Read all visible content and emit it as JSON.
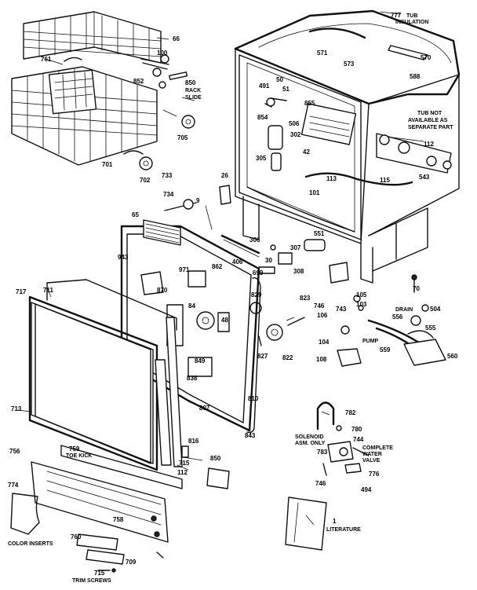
{
  "diagram": {
    "callouts": [
      {
        "text": "777"
      },
      {
        "text": "TUB"
      },
      {
        "text": "INSULATION"
      },
      {
        "text": "66"
      },
      {
        "text": "761"
      },
      {
        "text": "100"
      },
      {
        "text": "852"
      },
      {
        "text": "850"
      },
      {
        "text": "RACK"
      },
      {
        "text": "SLIDE"
      },
      {
        "text": "571"
      },
      {
        "text": "573"
      },
      {
        "text": "570"
      },
      {
        "text": "588"
      },
      {
        "text": "50"
      },
      {
        "text": "491"
      },
      {
        "text": "51"
      },
      {
        "text": "855"
      },
      {
        "text": "854"
      },
      {
        "text": "506"
      },
      {
        "text": "302"
      },
      {
        "text": "305"
      },
      {
        "text": "42"
      },
      {
        "text": "113"
      },
      {
        "text": "101"
      },
      {
        "text": "TUB NOT"
      },
      {
        "text": "AVAILABLE AS"
      },
      {
        "text": "SEPARATE PART"
      },
      {
        "text": "112"
      },
      {
        "text": "543"
      },
      {
        "text": "115"
      },
      {
        "text": "705"
      },
      {
        "text": "701"
      },
      {
        "text": "702"
      },
      {
        "text": "733"
      },
      {
        "text": "26"
      },
      {
        "text": "734"
      },
      {
        "text": "9"
      },
      {
        "text": "65"
      },
      {
        "text": "943"
      },
      {
        "text": "971"
      },
      {
        "text": "870"
      },
      {
        "text": "862"
      },
      {
        "text": "406"
      },
      {
        "text": "30"
      },
      {
        "text": "306"
      },
      {
        "text": "307"
      },
      {
        "text": "551"
      },
      {
        "text": "699"
      },
      {
        "text": "308"
      },
      {
        "text": "717"
      },
      {
        "text": "711"
      },
      {
        "text": "84"
      },
      {
        "text": "48"
      },
      {
        "text": "849"
      },
      {
        "text": "838"
      },
      {
        "text": "807"
      },
      {
        "text": "829"
      },
      {
        "text": "823"
      },
      {
        "text": "827"
      },
      {
        "text": "822"
      },
      {
        "text": "70"
      },
      {
        "text": "105"
      },
      {
        "text": "103"
      },
      {
        "text": "743"
      },
      {
        "text": "746"
      },
      {
        "text": "106"
      },
      {
        "text": "104"
      },
      {
        "text": "108"
      },
      {
        "text": "504"
      },
      {
        "text": "DRAIN"
      },
      {
        "text": "556"
      },
      {
        "text": "555"
      },
      {
        "text": "PUMP"
      },
      {
        "text": "559"
      },
      {
        "text": "560"
      },
      {
        "text": "713"
      },
      {
        "text": "759"
      },
      {
        "text": "TOE KICK"
      },
      {
        "text": "756"
      },
      {
        "text": "816"
      },
      {
        "text": "715"
      },
      {
        "text": "112"
      },
      {
        "text": "810"
      },
      {
        "text": "843"
      },
      {
        "text": "850"
      },
      {
        "text": "774"
      },
      {
        "text": "758"
      },
      {
        "text": "COLOR INSERTS"
      },
      {
        "text": "760"
      },
      {
        "text": "709"
      },
      {
        "text": "715"
      },
      {
        "text": "TRIM SCREWS"
      },
      {
        "text": "782"
      },
      {
        "text": "780"
      },
      {
        "text": "SOLENOID"
      },
      {
        "text": "ASM. ONLY"
      },
      {
        "text": "744"
      },
      {
        "text": "COMPLETE"
      },
      {
        "text": "WATER"
      },
      {
        "text": "VALVE"
      },
      {
        "text": "783"
      },
      {
        "text": "746"
      },
      {
        "text": "776"
      },
      {
        "text": "494"
      },
      {
        "text": "1"
      },
      {
        "text": "LITERATURE"
      }
    ]
  }
}
